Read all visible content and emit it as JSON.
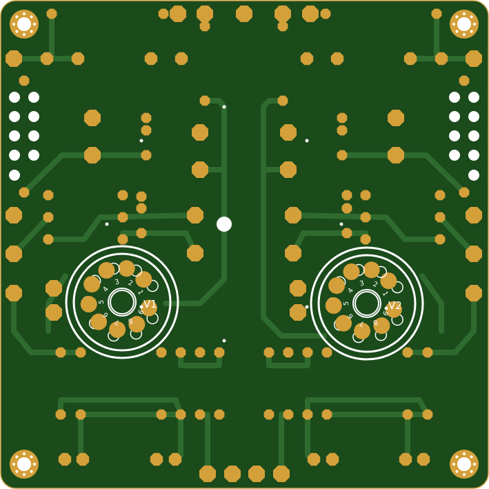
{
  "board": {
    "colors": {
      "substrate": "#1b4a1b",
      "trace": "#2f6b2f",
      "pad": "#d4a03a",
      "silkscreen": "#ffffff",
      "edge": "#c8a040"
    },
    "tubes": [
      {
        "ref": "V1",
        "pins": [
          "1",
          "2",
          "3",
          "4",
          "5",
          "6",
          "7",
          "8",
          "9"
        ]
      },
      {
        "ref": "V2",
        "pins": [
          "1",
          "2",
          "3",
          "4",
          "5",
          "6",
          "7",
          "8",
          "9"
        ]
      }
    ]
  }
}
